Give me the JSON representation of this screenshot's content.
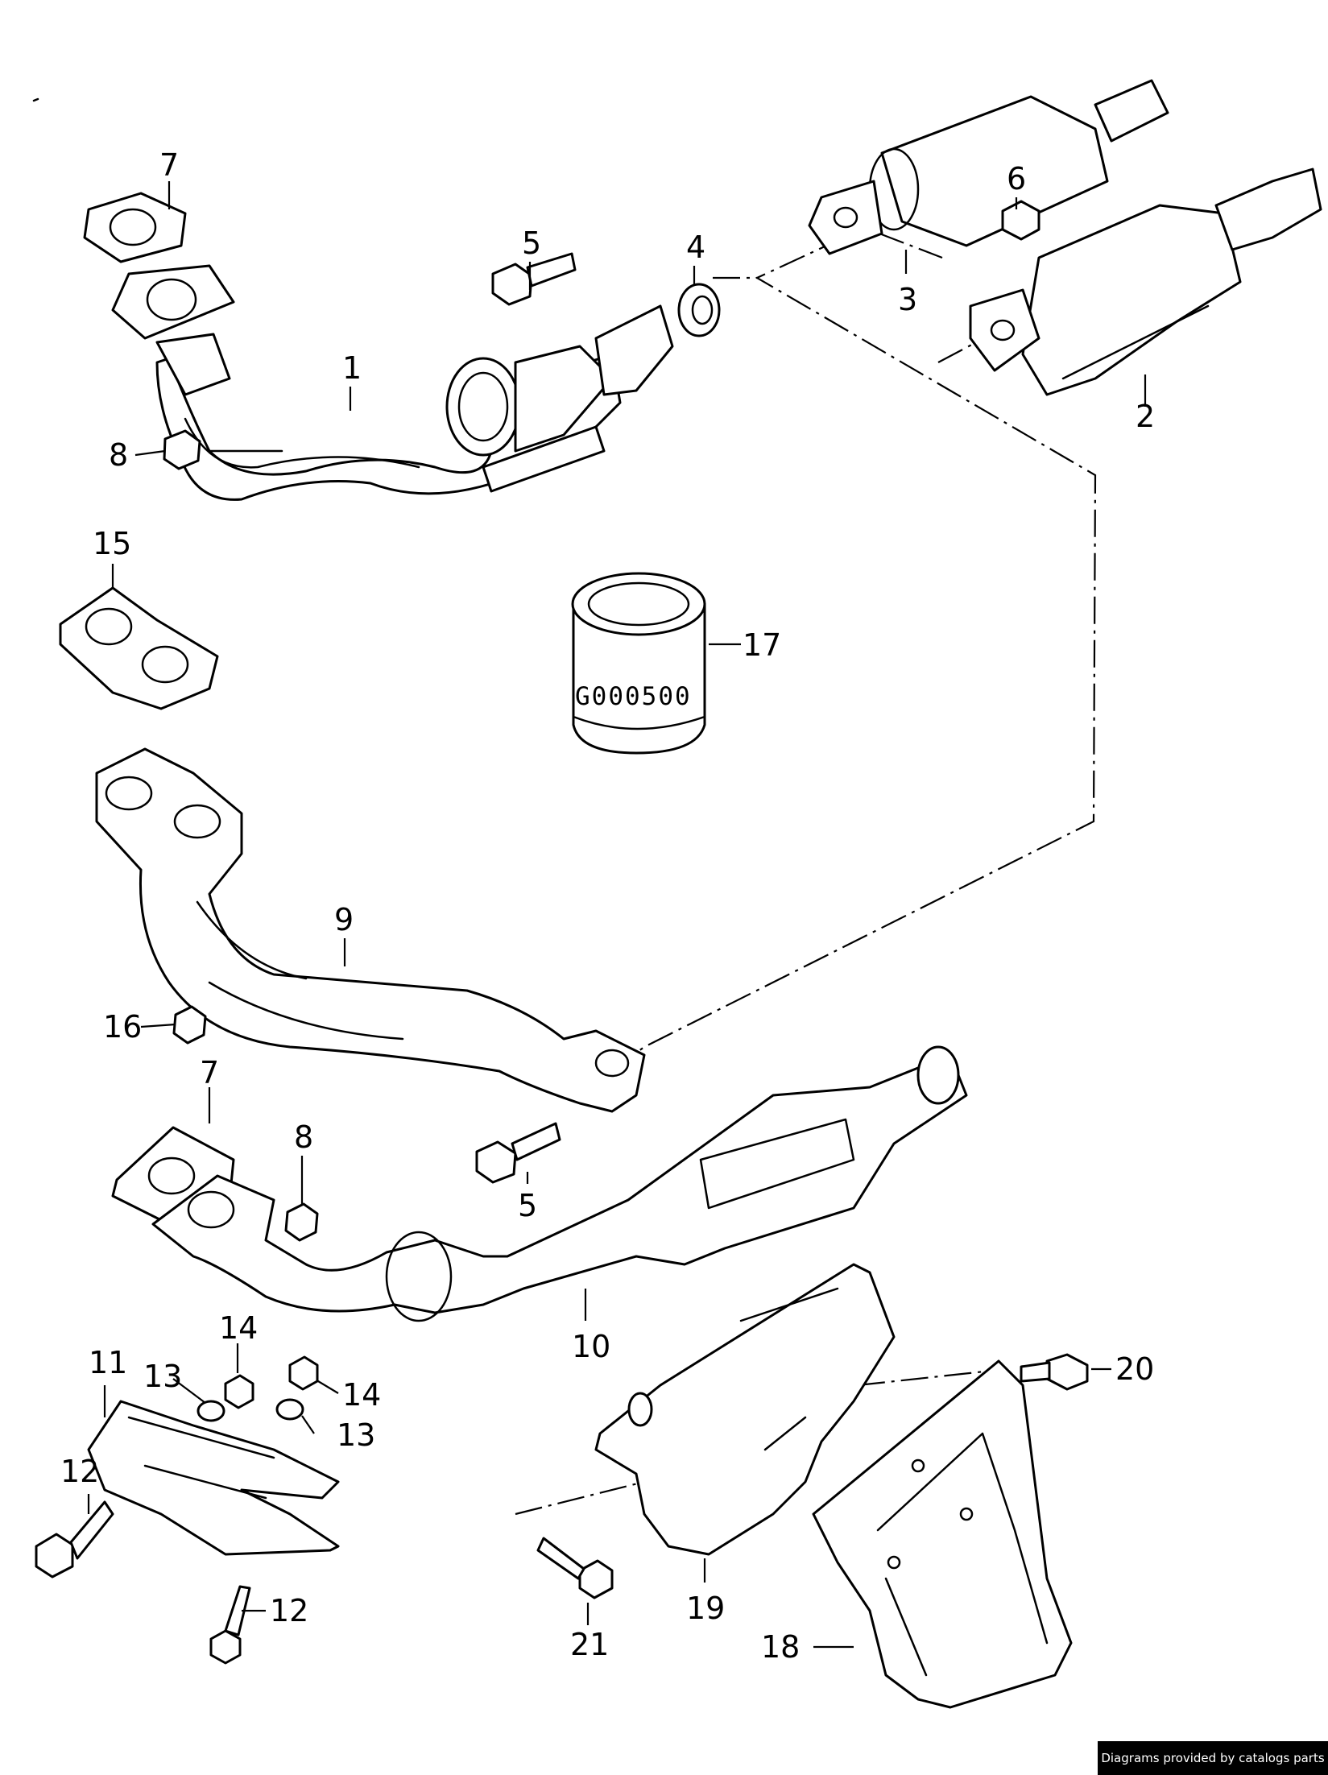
{
  "callouts": {
    "c1": "1",
    "c2": "2",
    "c3": "3",
    "c4": "4",
    "c5a": "5",
    "c5b": "5",
    "c6": "6",
    "c7a": "7",
    "c7b": "7",
    "c8a": "8",
    "c8b": "8",
    "c9": "9",
    "c10": "10",
    "c11": "11",
    "c12a": "12",
    "c12b": "12",
    "c13a": "13",
    "c13b": "13",
    "c14a": "14",
    "c14b": "14",
    "c15": "15",
    "c16": "16",
    "c17": "17",
    "c18": "18",
    "c19": "19",
    "c20": "20",
    "c21": "21"
  },
  "stamp": "G000500",
  "footer": "Diagrams provided by catalogs parts"
}
